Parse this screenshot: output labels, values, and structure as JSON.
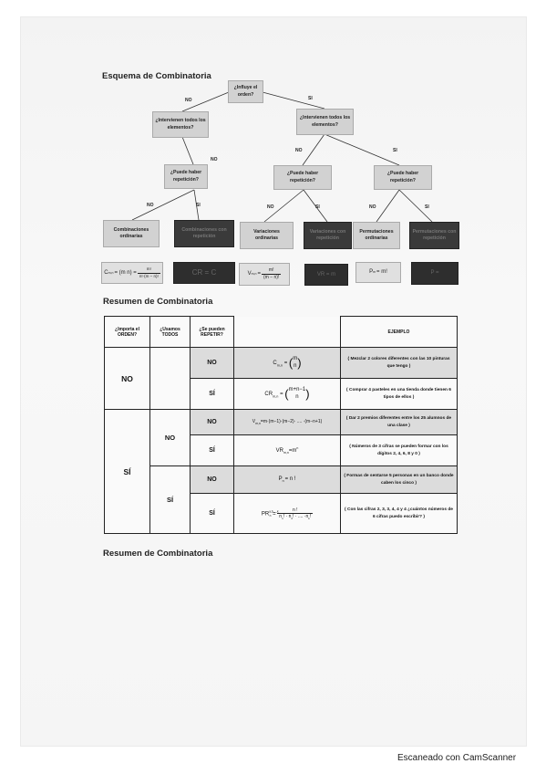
{
  "headings": {
    "tree_title": "Esquema de Combinatoria",
    "summary_title": "Resumen de Combinatoria",
    "bottom_title": "Resumen de Combinatoria"
  },
  "tree": {
    "root": "¿Influye el orden?",
    "no": "NO",
    "si": "SI",
    "todos_left": "¿Intervienen todos los elementos?",
    "todos_right": "¿Intervienen todos los elementos?",
    "rep_left": "¿Puede haber repetición?",
    "rep_mid": "¿Puede haber repetición?",
    "rep_right": "¿Puede haber repetición?",
    "comb_ord": "Combinaciones ordinarias",
    "comb_rep": "Combinaciones con repetición",
    "var_ord": "Variaciones ordinarias",
    "var_rep": "Variaciones con repetición",
    "perm_ord": "Permutaciones ordinarias",
    "perm_rep": "Permutaciones con repetición",
    "f_comb_ord_lhs": "C",
    "f_comb_ord_sub": "m,n",
    "f_comb_ord_mid": "= (m n) =",
    "f_comb_ord_num": "m!",
    "f_comb_ord_den": "n!·(m − n)!",
    "f_comb_rep": "CR = C",
    "f_var_ord_lhs": "V",
    "f_var_ord_sub": "m,n",
    "f_var_ord_num": "m!",
    "f_var_ord_den": "(m − n)!",
    "f_var_rep": "VR = m",
    "f_perm_ord": "P",
    "f_perm_ord_sub": "m",
    "f_perm_ord_rhs": "= m!",
    "f_perm_rep": "P = "
  },
  "summary": {
    "headers": [
      "¿Importa el ORDEN?",
      "¿Usamos TODOS",
      "¿Se pueden REPETIR?",
      "",
      "EJEMPLO"
    ],
    "no": "NO",
    "si": "SÍ",
    "rows": [
      {
        "repeat": "NO",
        "formula": "C",
        "sub": "m,n",
        "op": "=",
        "top": "m",
        "bottom": "n",
        "example": "( Mezclar 2 colores diferentes con las 10 pinturas que tengo )"
      },
      {
        "repeat": "SÍ",
        "formula": "CR",
        "sub": "m,n",
        "op": "=",
        "top": "m+n−1",
        "bottom": "n",
        "example": "( Comprar 4 pasteles en una tienda donde tienen 6 tipos de ellos )"
      },
      {
        "repeat": "NO",
        "formula": "V",
        "sub": "m,n",
        "op": "=m·(m−1)·(m−2)· .... ·(m−n+1)",
        "example": "( Dar 2 premios diferentes entre los 25 alumnos de una clase )"
      },
      {
        "repeat": "SÍ",
        "formula": "VR",
        "sub": "m,n",
        "op": "=m",
        "sup": "n",
        "example": "( Números de 3 cifras se pueden formar con los dígitos 2, 4, 6, 8 y 0 )"
      },
      {
        "repeat": "NO",
        "formula": "P",
        "sub": "n",
        "op": "= n !",
        "example": "( Formas de sentarse 5 personas en un banco donde caben los cinco )"
      },
      {
        "repeat": "SÍ",
        "formula": "PR",
        "sub": "n",
        "sup": "a,b,...,k",
        "op": "=",
        "num": "n !",
        "den": "n",
        "den_sub1": "1",
        "den_mid": "! · n",
        "den_sub2": "2",
        "den_end": "! · .... ·n",
        "den_sub3": "k",
        "den_tail": "!",
        "example": "( Con las cifras 2, 3, 3, 4, 4 y 4 ¿cuántos números de 6 cifras puedo escribir? )"
      }
    ]
  },
  "footer": "Escaneado con CamScanner"
}
